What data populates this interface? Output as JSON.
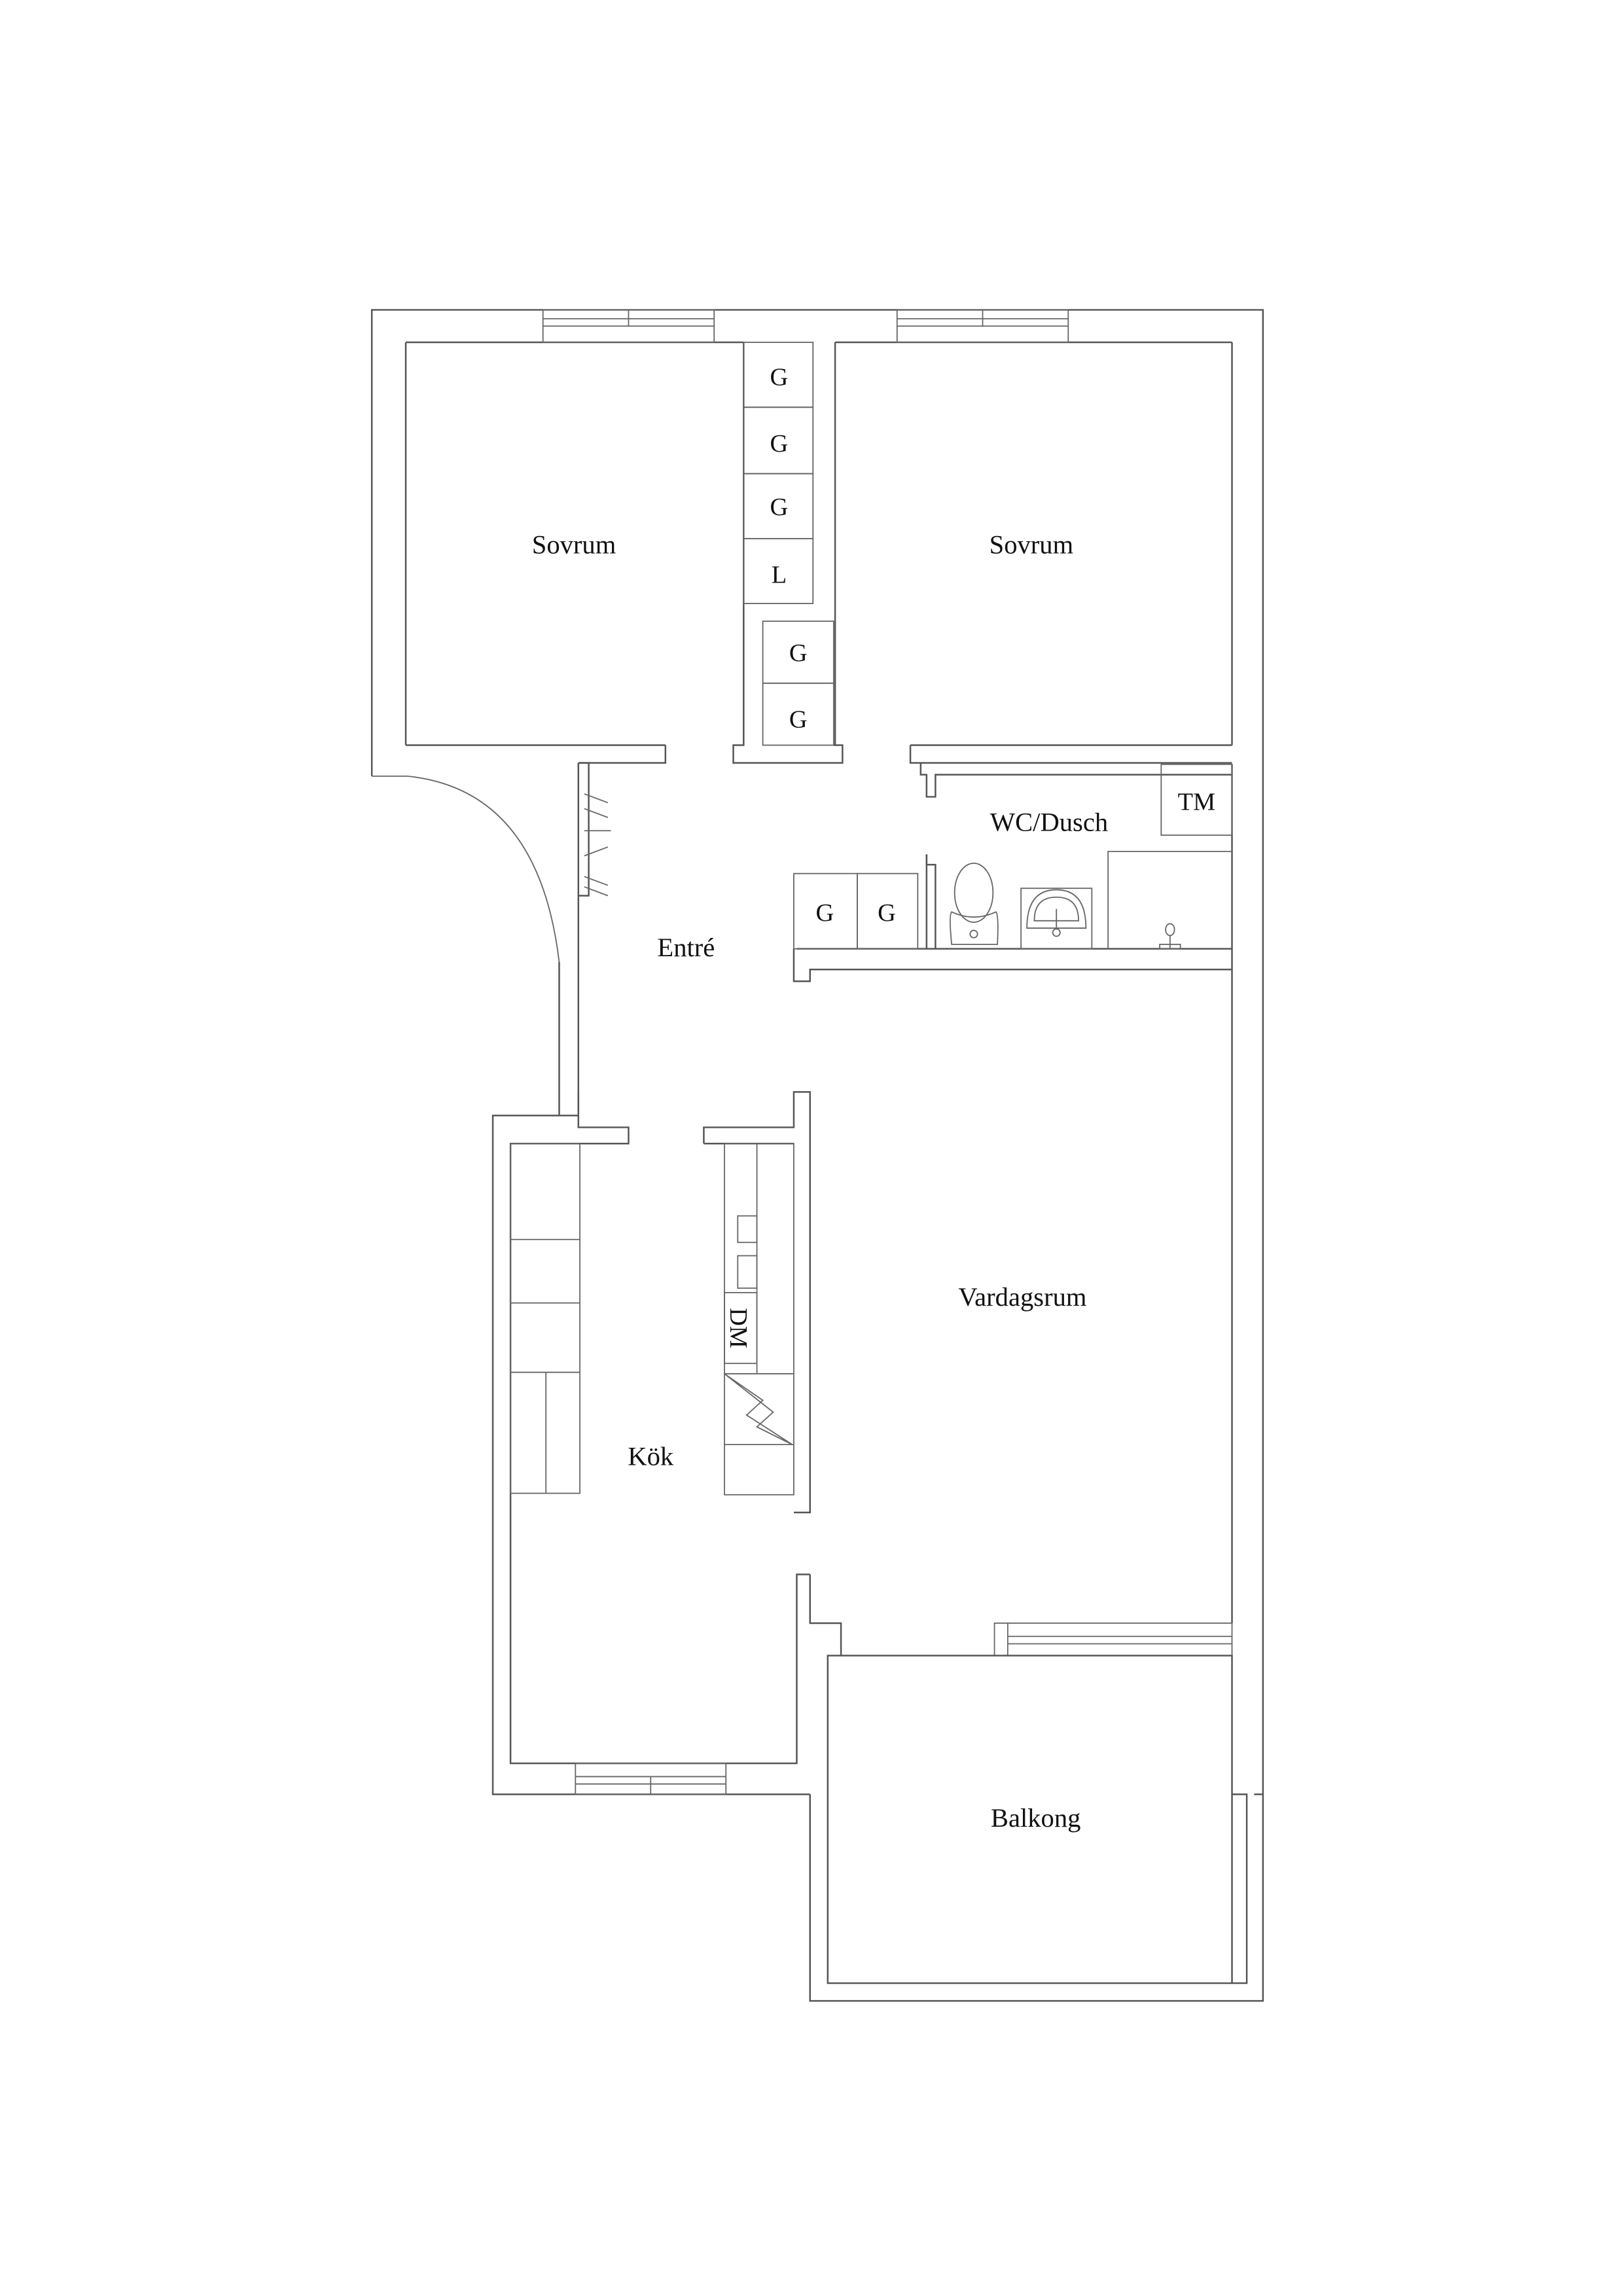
{
  "floorplan": {
    "rooms": {
      "bedroom_left": "Sovrum",
      "bedroom_right": "Sovrum",
      "bathroom": "WC/Dusch",
      "entry": "Entré",
      "living_room": "Vardagsrum",
      "kitchen": "Kök",
      "balcony": "Balkong"
    },
    "closets": {
      "column_top": [
        "G",
        "G",
        "G",
        "L"
      ],
      "column_lower": [
        "G",
        "G"
      ],
      "entry_pair": [
        "G",
        "G"
      ]
    },
    "appliances": {
      "washing_machine": "TM",
      "dishwasher": "DM"
    },
    "colors": {
      "line": "#555555",
      "text": "#111111",
      "background": "#ffffff"
    }
  }
}
